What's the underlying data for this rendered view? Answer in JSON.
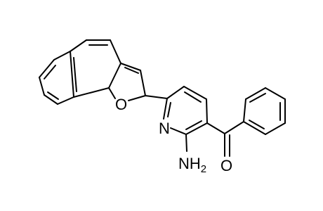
{
  "atoms": {
    "furan_oxygen": "O",
    "pyridine_nitrogen": "N",
    "amine": "NH",
    "amine_subscript": "2",
    "carbonyl_oxygen": "O"
  },
  "colors": {
    "bond": "#000000",
    "text": "#000000",
    "background": "#ffffff"
  }
}
